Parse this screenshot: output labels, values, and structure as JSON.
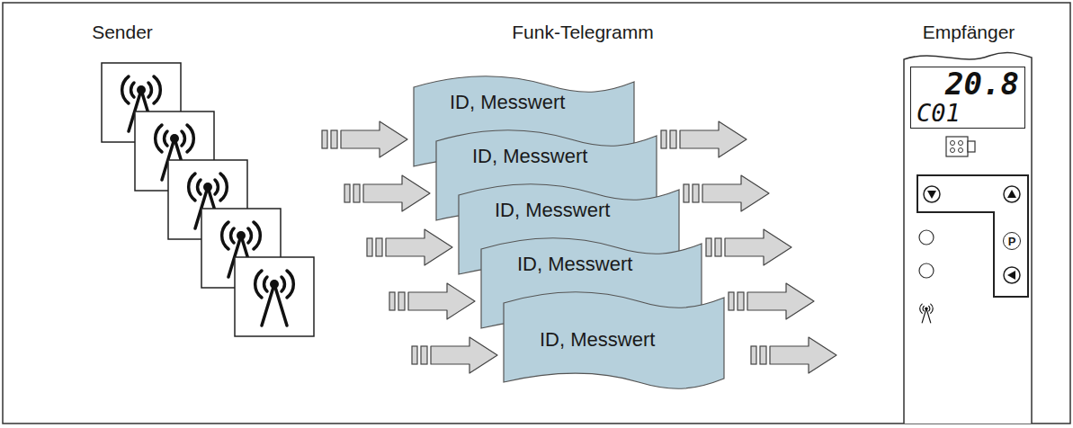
{
  "diagram": {
    "nodes": [
      {
        "text": [
          "ID, Messwert"
        ]
      },
      {
        "text": [
          "ID, Messwert"
        ]
      },
      {
        "text": [
          "ID, Messwert"
        ]
      },
      {
        "text": [
          "ID, Messwert"
        ]
      },
      {
        "text": [
          "ID, Messwert"
        ]
      },
      {
        "text": [
          "20.8",
          "C01"
        ]
      },
      {
        "text": [
          "P"
        ]
      }
    ],
    "labels": [
      "Sender",
      "Funk-Telegramm",
      "Empfänger"
    ]
  }
}
